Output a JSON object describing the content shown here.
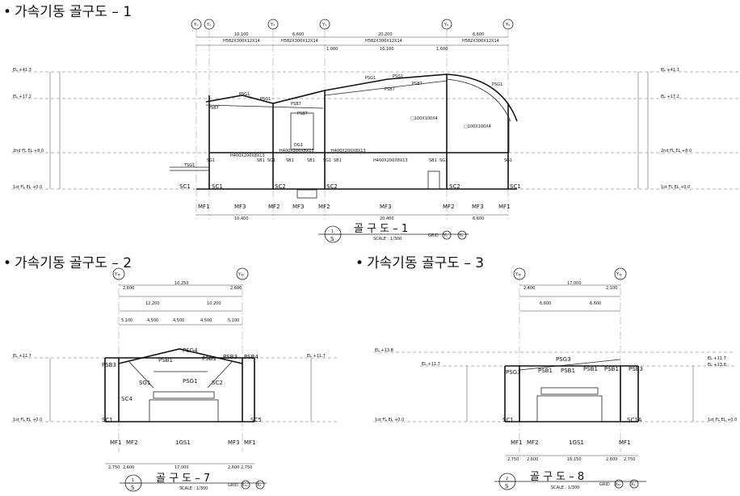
{
  "headings": {
    "h1": "가속기동 골구도 – 1",
    "h2": "가속기동 골구도 – 2",
    "h3": "가속기동 골구도 – 3",
    "bullet": "•"
  },
  "drawing1": {
    "title": "골 구 도 – 1",
    "scale": "SCALE : 1/300",
    "grid_label": "GRID",
    "grid_from": "Y₁",
    "grid_to": "Y₈",
    "sheet_num": "1",
    "sheet_letter": "S",
    "grid_bubbles": [
      "Y₁",
      "Y₂",
      "Y₃",
      "Y₄",
      "Y₆",
      "Y₈"
    ],
    "top_dims": [
      "10,100",
      "6,600",
      "20,200",
      "6,600"
    ],
    "sub_dims": [
      "1,000",
      "16,100",
      "1,600"
    ],
    "beam_labels": [
      "H582X300X12X14",
      "H582X300X12X14",
      "H582X300X12X14",
      "H582X300X12X14"
    ],
    "left_levels": [
      "EL +41.3",
      "EL +17.2",
      "2nd FL EL +8.0",
      "1st FL EL +0.0"
    ],
    "right_levels": [
      "EL +41.3",
      "EL +17.2",
      "2nd FL EL +8.0",
      "1st FL EL +0.0"
    ],
    "members": [
      "PSG1",
      "PSB7",
      "PSG1",
      "PSB7",
      "PSB7",
      "PSG1",
      "PSB7",
      "PSG1",
      "PSB7",
      "PSG1",
      "SG1",
      "SB1",
      "SG1",
      "SB1",
      "SB1",
      "SG1",
      "SB1",
      "SB1",
      "SG1",
      "TSG1",
      "SG1",
      "DG1"
    ],
    "col_labels": [
      "SC1",
      "SC1",
      "SC2",
      "SC2",
      "SC2",
      "SC1"
    ],
    "footing_labels": [
      "MF1",
      "MF3",
      "MF2",
      "MF3",
      "MF2",
      "MF3",
      "MF2",
      "MF3",
      "MF1"
    ],
    "bottom_dims": [
      "10,400",
      "20,400",
      "6,600"
    ],
    "notes": [
      "H400X200X8X13",
      "H400X200X8X13",
      "H400X200X8X13",
      "H400X200X8X13",
      "□100X100X4",
      "□100X100X4"
    ]
  },
  "drawing2": {
    "title": "골 구 도 – 7",
    "scale": "SCALE : 1/300",
    "grid_label": "GRID",
    "grid_from": "X₁₀",
    "grid_to": "X₂",
    "sheet_num": "1",
    "sheet_letter": "S",
    "grid_bubbles": [
      "Y₁₀",
      "Y₁₁"
    ],
    "top_dims": [
      "2,600",
      "10,250",
      "2,600"
    ],
    "sub_dims": [
      "12,200",
      "10,200"
    ],
    "bay_dims": [
      "5,100",
      "4,500",
      "4,500",
      "4,500",
      "5,100"
    ],
    "members": [
      "PSG4",
      "PSB3",
      "PSB1",
      "PSB1",
      "PSB3",
      "PSB4",
      "PSG1",
      "SG1",
      "SC1",
      "SC2",
      "SC5",
      "SC4"
    ],
    "left_levels": [
      "EL +11.7",
      "1st FL EL +0.0"
    ],
    "right_levels": [
      "EL +11.7"
    ],
    "footings": [
      "MF1",
      "MF2",
      "1GS1",
      "MF3",
      "MF1"
    ],
    "bottom_dims": [
      "2,750",
      "2,600",
      "17,000",
      "2,600",
      "2,750"
    ]
  },
  "drawing3": {
    "title": "골 구 도 – 8",
    "scale": "SCALE : 1/300",
    "grid_label": "GRID",
    "grid_from": "X₁₀",
    "grid_to": "X₂",
    "sheet_num": "2",
    "sheet_letter": "S",
    "grid_bubbles": [
      "Y₁₀",
      "Y₁₁"
    ],
    "top_dims": [
      "2,400",
      "17,000",
      "2,100"
    ],
    "sub_dims": [
      "6,600",
      "6,600"
    ],
    "members": [
      "PSG3",
      "PSG3",
      "PSB1",
      "PSB1",
      "PSB1",
      "PSB1",
      "PSB3",
      "SC1",
      "SC1A"
    ],
    "left_levels": [
      "EL +13.8",
      "EL +11.7",
      "1st FL EL +0.0"
    ],
    "right_levels": [
      "EL +11.7",
      "EL +13.8",
      "1st FL EL +0.0"
    ],
    "footings": [
      "MF1",
      "MF2",
      "1GS1",
      "MF1"
    ],
    "bottom_dims": [
      "2,750",
      "2,600",
      "16,150",
      "2,600",
      "2,750"
    ]
  }
}
